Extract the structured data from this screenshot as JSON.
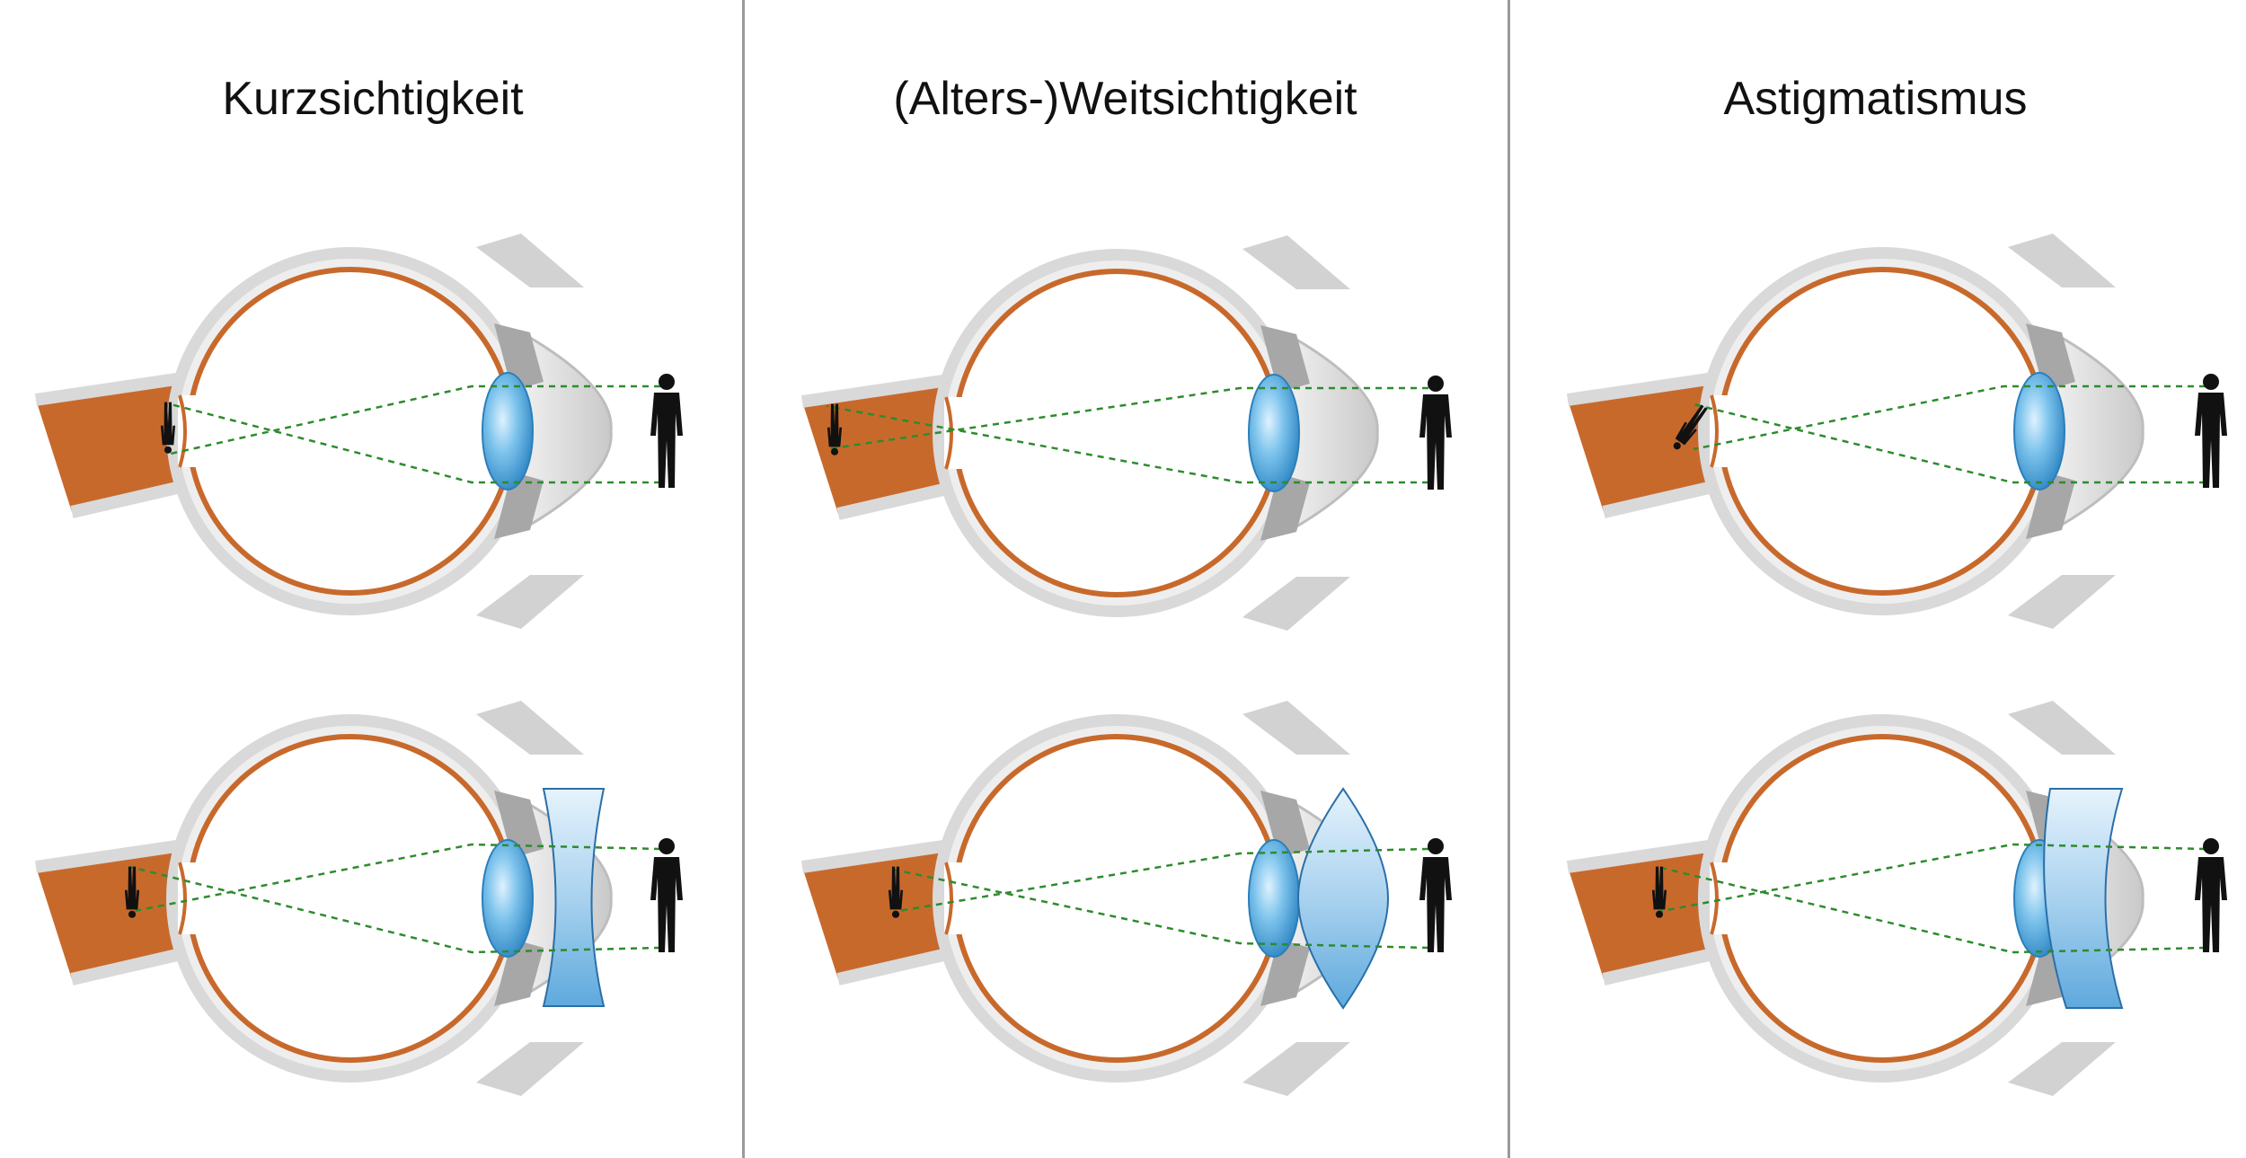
{
  "panels": [
    {
      "title": "Kurzsichtigkeit",
      "condition": "myopia",
      "correction_lens": "concave"
    },
    {
      "title": "(Alters-)Weitsichtigkeit",
      "condition": "hyperopia",
      "correction_lens": "convex"
    },
    {
      "title": "Astigmatismus",
      "condition": "astigmatism",
      "correction_lens": "cylindrical"
    }
  ],
  "colors": {
    "background": "#ffffff",
    "divider": "#9a9a9a",
    "sclera": "#d9d9d9",
    "choroid": "#c8692c",
    "optic_nerve": "#c8692c",
    "lens_blue": "#5aaee0",
    "corrective_lens": "#9cc9ea",
    "light_ray": "#2e8b2e",
    "figure": "#111111"
  },
  "icons": [
    "eye-cross-section",
    "person-silhouette",
    "concave-lens",
    "convex-lens",
    "cylindrical-lens"
  ]
}
